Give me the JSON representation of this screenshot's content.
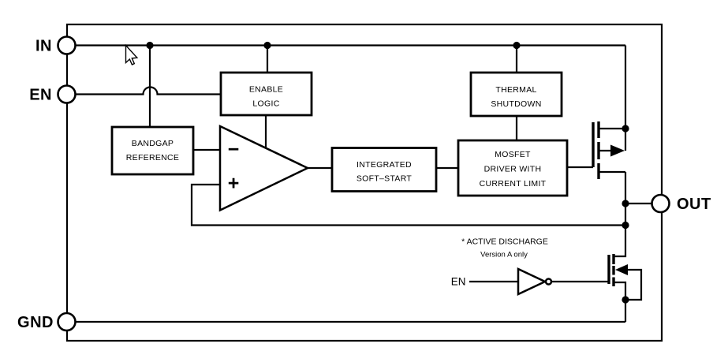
{
  "pins": {
    "in": "IN",
    "en": "EN",
    "gnd": "GND",
    "out": "OUT"
  },
  "blocks": {
    "enable_logic": {
      "lines": [
        "ENABLE",
        "LOGIC"
      ]
    },
    "bandgap_reference": {
      "lines": [
        "BANDGAP",
        "REFERENCE"
      ]
    },
    "thermal_shutdown": {
      "lines": [
        "THERMAL",
        "SHUTDOWN"
      ]
    },
    "integrated_soft_start": {
      "lines": [
        "INTEGRATED",
        "SOFT–START"
      ]
    },
    "mosfet_driver": {
      "lines": [
        "MOSFET",
        "DRIVER WITH",
        "CURRENT LIMIT"
      ]
    }
  },
  "opamp": {
    "inverting_label": "−",
    "noninverting_label": "+"
  },
  "annotations": {
    "active_discharge": "* ACTIVE DISCHARGE",
    "version_note": "Version A only",
    "discharge_enable_label": "EN"
  },
  "colors": {
    "line": "#000000",
    "background": "#ffffff"
  }
}
